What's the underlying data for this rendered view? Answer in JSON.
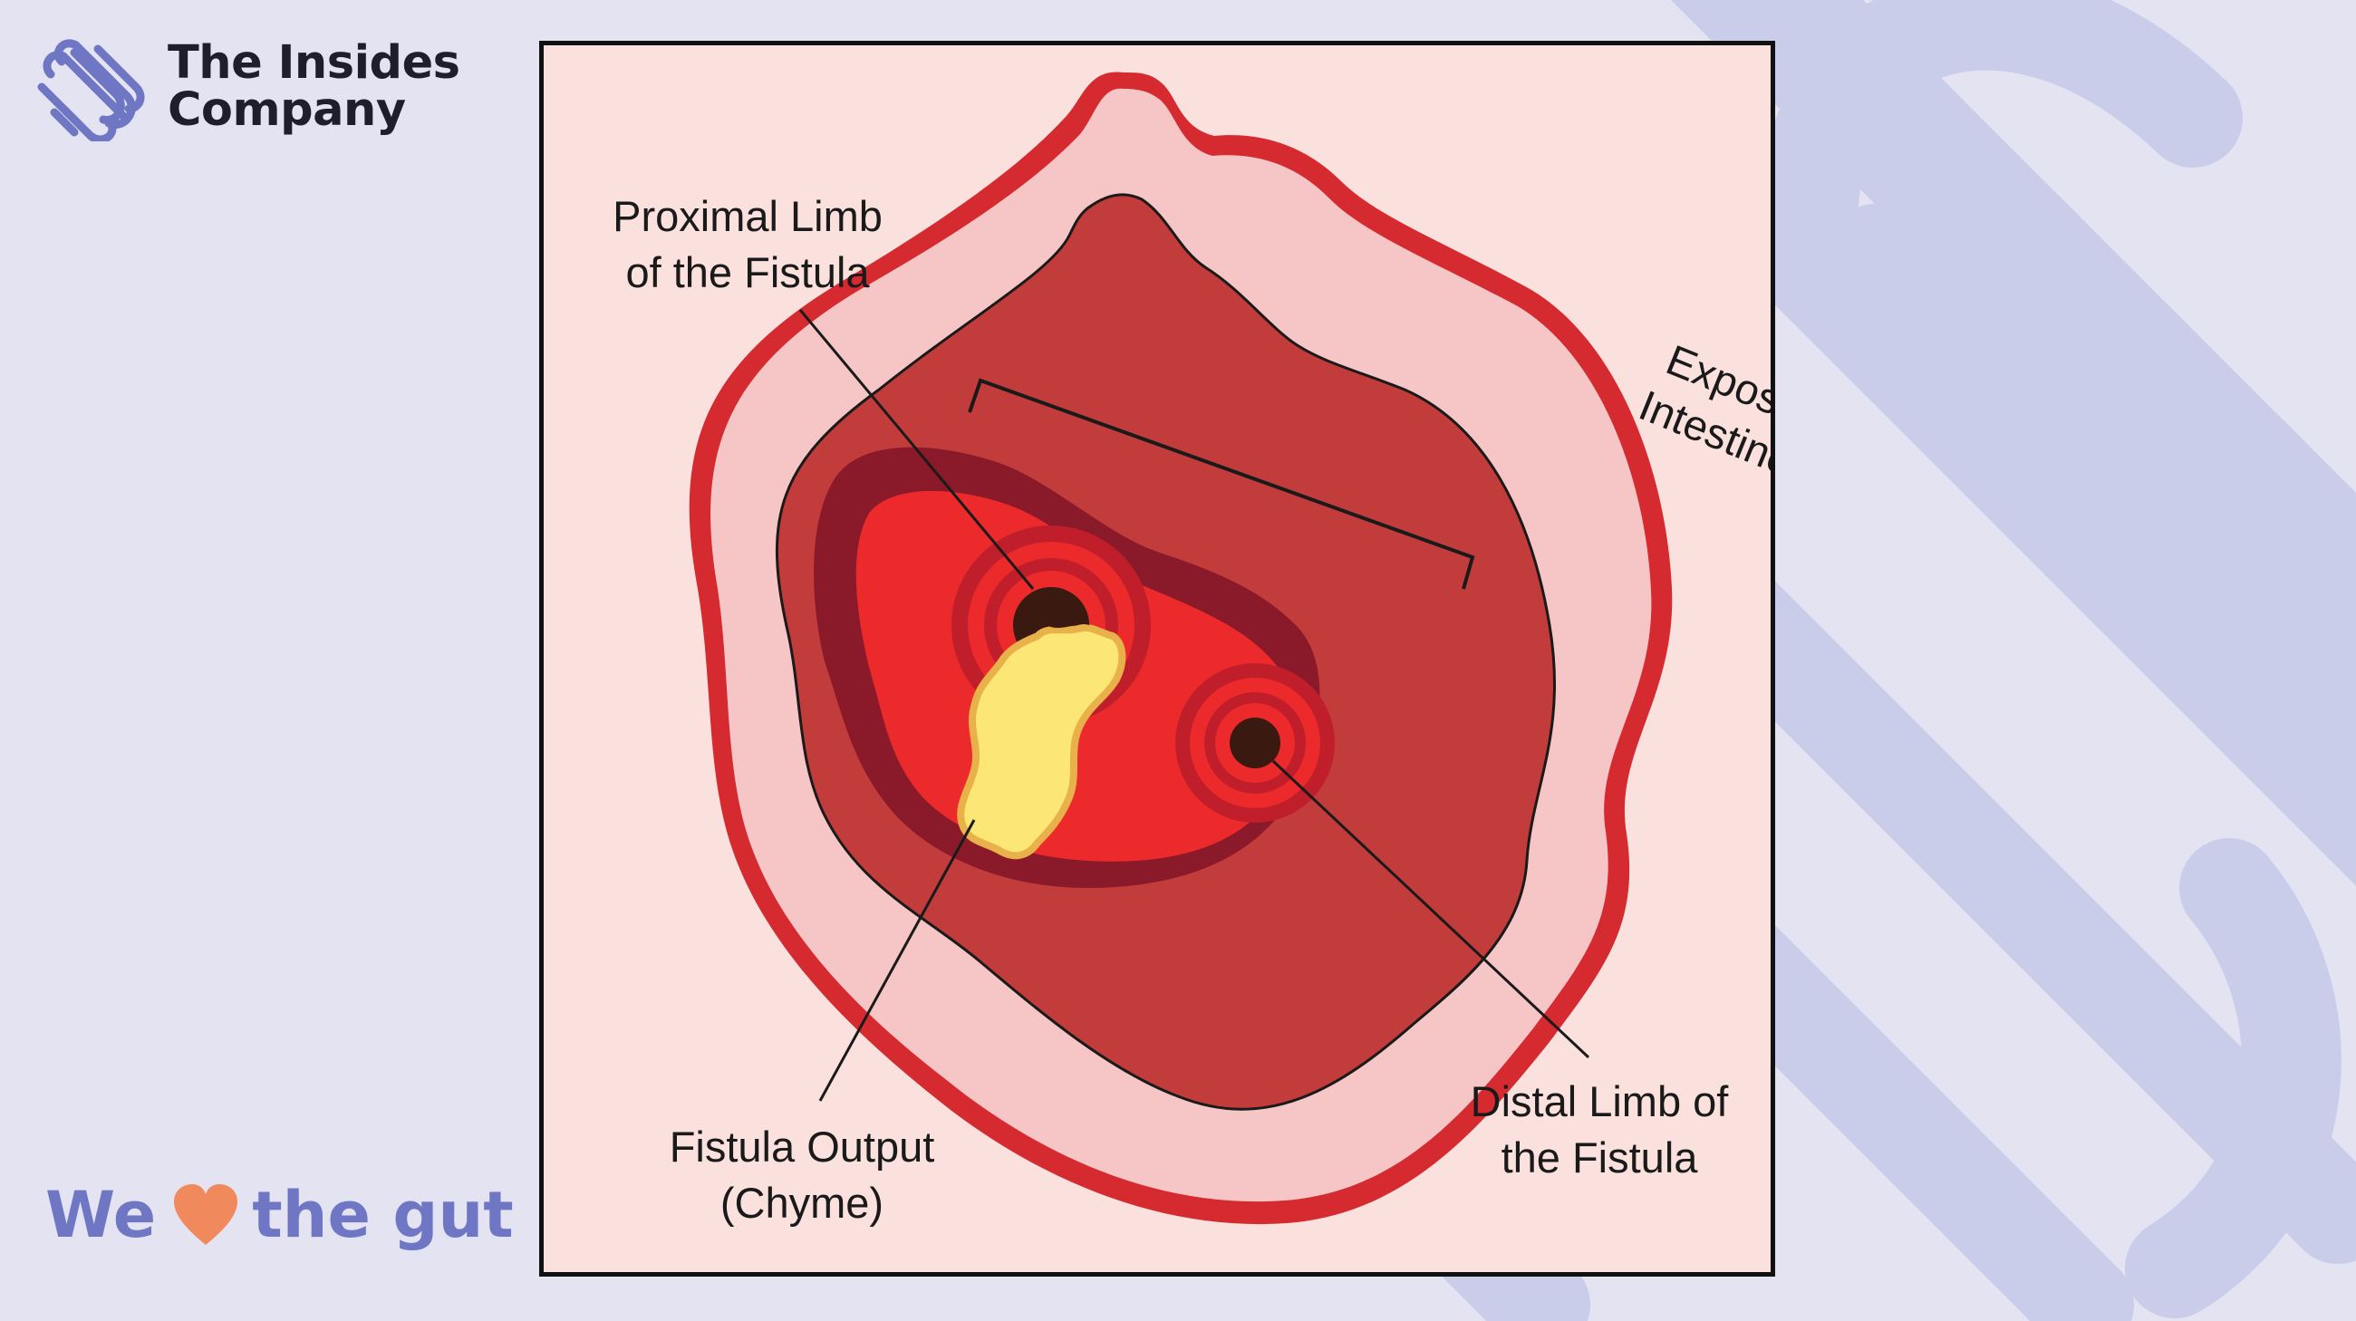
{
  "brand": {
    "name_line1": "The Insides",
    "name_line2": "Company",
    "logo_icon": "insides-logo-icon"
  },
  "tagline": {
    "before": "We",
    "heart_icon": "heart-icon",
    "after": "the gut"
  },
  "diagram": {
    "labels": {
      "proximal_line1": "Proximal Limb",
      "proximal_line2": "of the Fistula",
      "exposed_line1": "Exposed",
      "exposed_line2": "Intestines",
      "output_line1": "Fistula Output",
      "output_line2": "(Chyme)",
      "distal_line1": "Distal Limb of",
      "distal_line2": "the Fistula"
    }
  },
  "colors": {
    "background": "#e3e3f2",
    "watermark": "#c9cdea",
    "brand_text": "#1e1e2c",
    "tagline": "#6f76c4",
    "heart": "#f08a5d",
    "frame_bg": "#fbe1dd",
    "outer_rim": "#d42a30",
    "skin": "#f6c5c6",
    "wound": "#c23c3c",
    "intestine_dark": "#8a1a2a",
    "intestine_bright": "#ec2a2c",
    "stoma_ring": "#c01e2a",
    "lumen": "#3a1a10",
    "chyme": "#fbe676",
    "chyme_edge": "#e8b14a"
  }
}
